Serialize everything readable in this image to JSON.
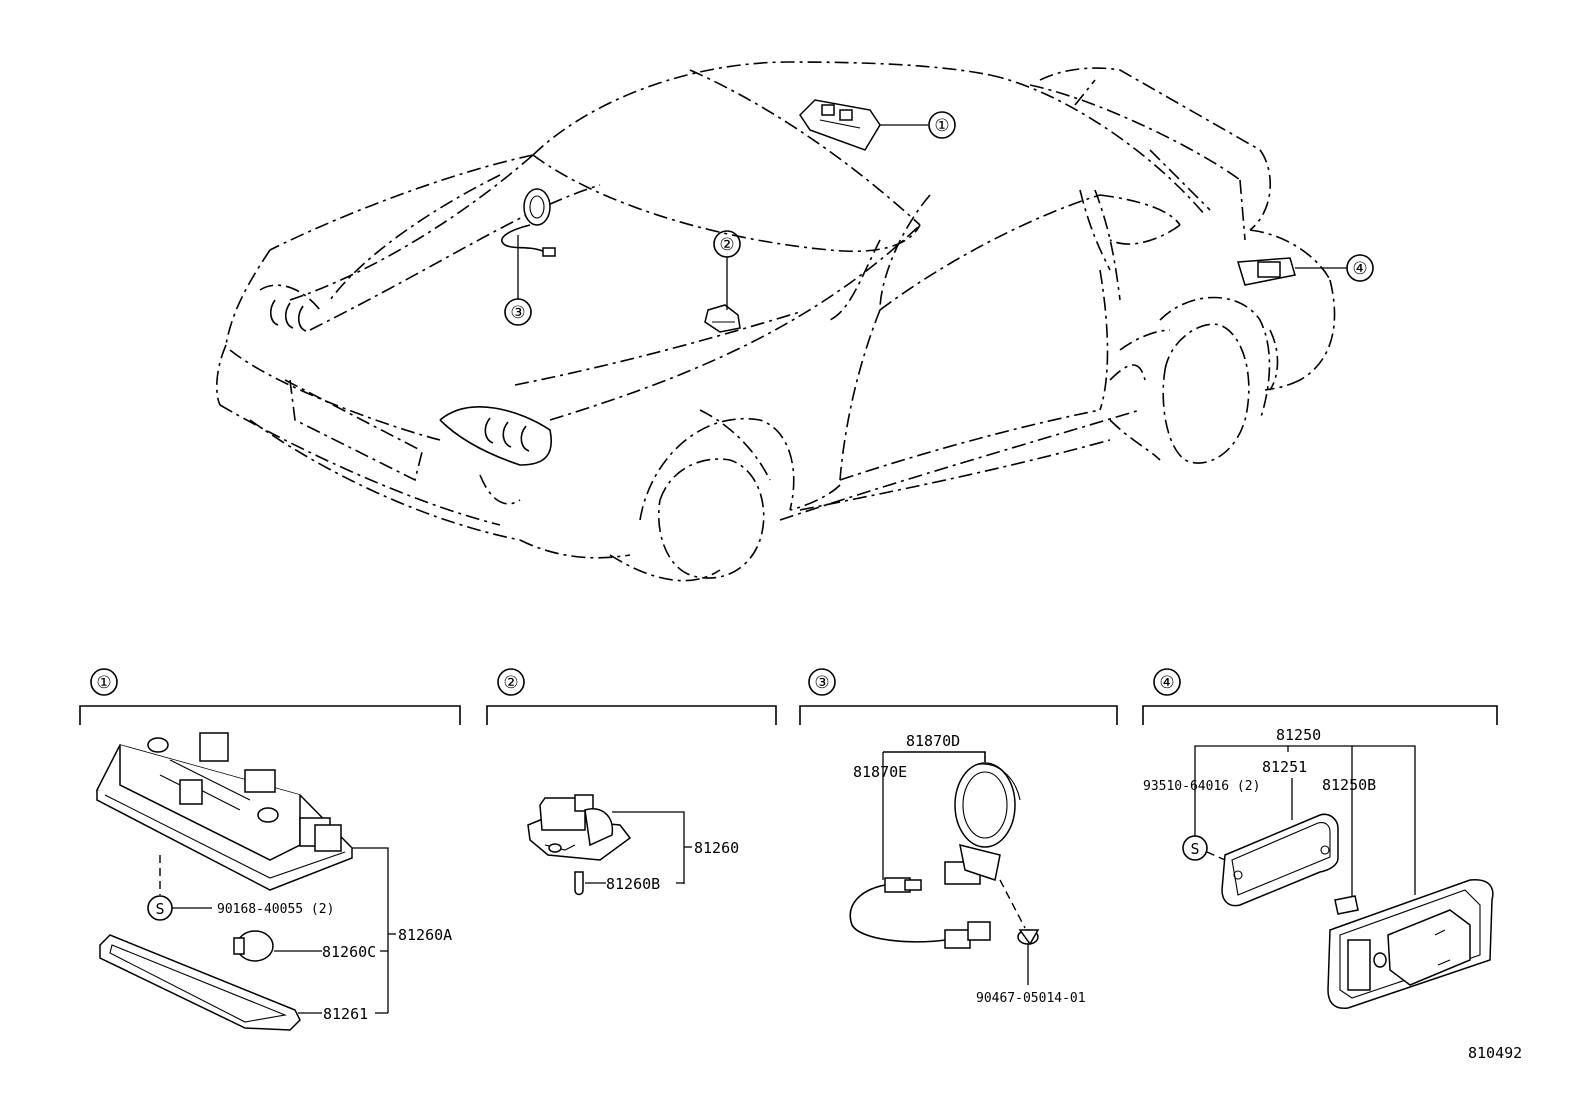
{
  "overview": {
    "callouts": [
      "①",
      "②",
      "③",
      "④"
    ]
  },
  "groups": [
    {
      "marker": "①",
      "labels": {
        "main": "81260A",
        "bulb": "81260C",
        "screw_code": "S",
        "screw": "90168-40055 (2)",
        "lens": "81261"
      }
    },
    {
      "marker": "②",
      "labels": {
        "main": "81260",
        "bulb": "81260B"
      }
    },
    {
      "marker": "③",
      "labels": {
        "ring": "81870D",
        "wire": "81870E",
        "screw": "90467-05014-01"
      }
    },
    {
      "marker": "④",
      "labels": {
        "assy": "81250",
        "lens": "81251",
        "screw": "93510-64016 (2)",
        "bulb": "81250B",
        "screw_code": "S"
      }
    }
  ],
  "figure_id": "810492",
  "icons": {
    "callout": "circled-number-icon",
    "screw": "s-circle-icon"
  }
}
